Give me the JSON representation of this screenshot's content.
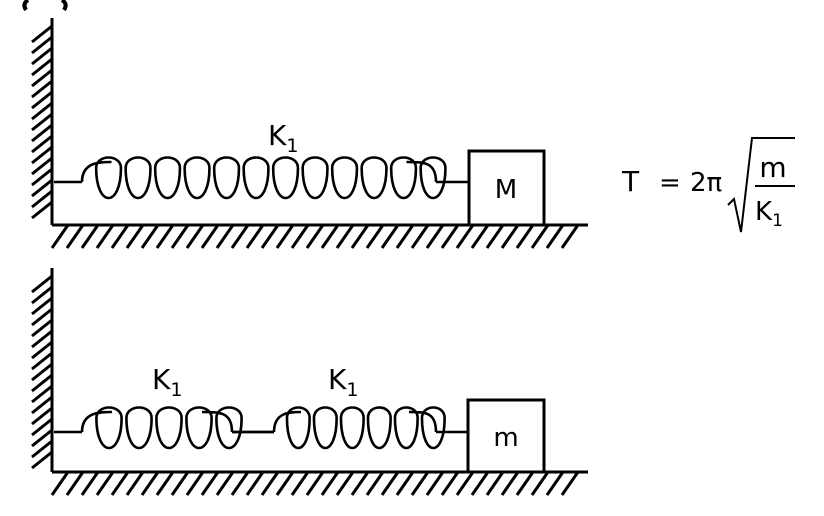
{
  "top_setup": {
    "spring_label": "K",
    "spring_label_sub": "1",
    "mass_label": "M"
  },
  "formula": {
    "lhs": "T",
    "equals": "=",
    "coefficient": "2π",
    "numerator": "m",
    "denominator": "K",
    "denominator_sub": "1"
  },
  "bottom_setup": {
    "spring1_label": "K",
    "spring1_label_sub": "1",
    "spring2_label": "K",
    "spring2_label_sub": "1",
    "mass_label": "m"
  }
}
